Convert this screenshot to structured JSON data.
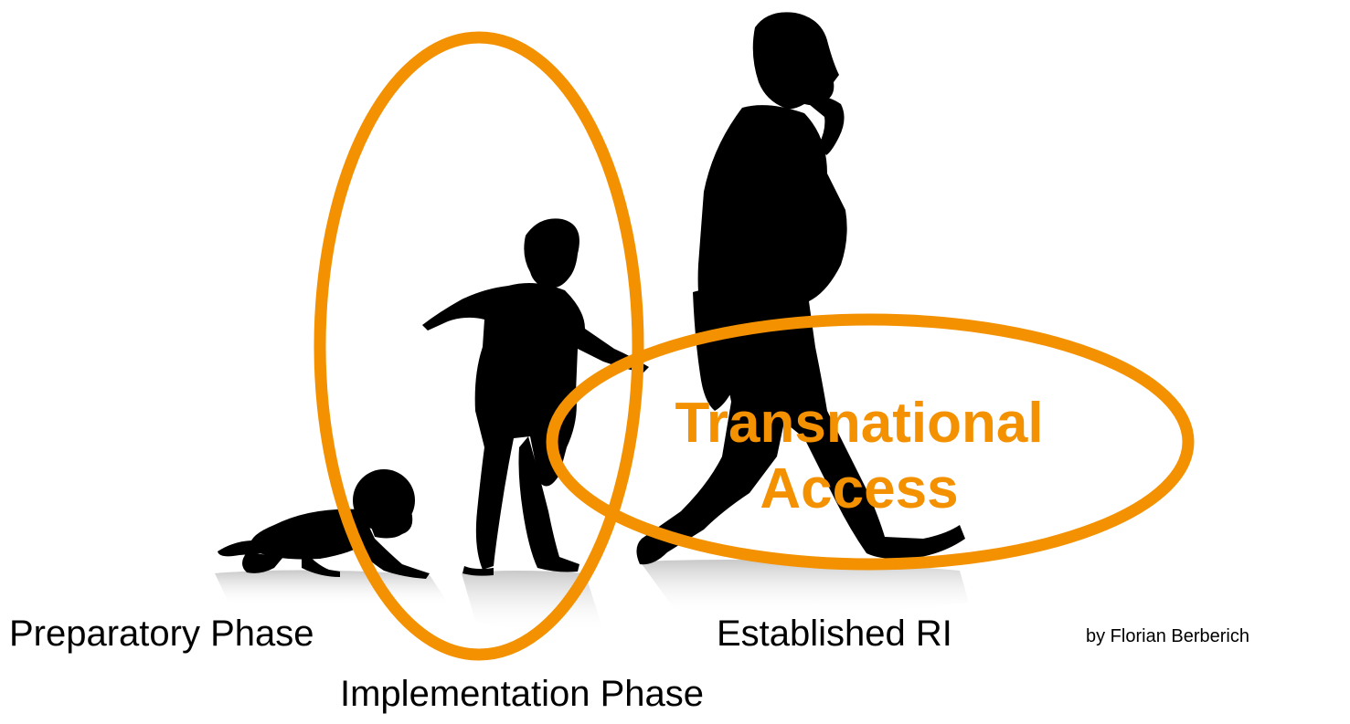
{
  "labels": {
    "preparatory": "Preparatory Phase",
    "implementation": "Implementation Phase",
    "established": "Established RI",
    "credit": "by Florian Berberich"
  },
  "highlight": {
    "line1": "Transnational",
    "line2": "Access"
  },
  "colors": {
    "accent": "#F39100",
    "silhouette": "#000000",
    "reflection": "#dcdcdc",
    "background": "#ffffff"
  },
  "figures": [
    "crawling-baby-silhouette",
    "walking-child-silhouette",
    "walking-man-on-phone-silhouette"
  ]
}
